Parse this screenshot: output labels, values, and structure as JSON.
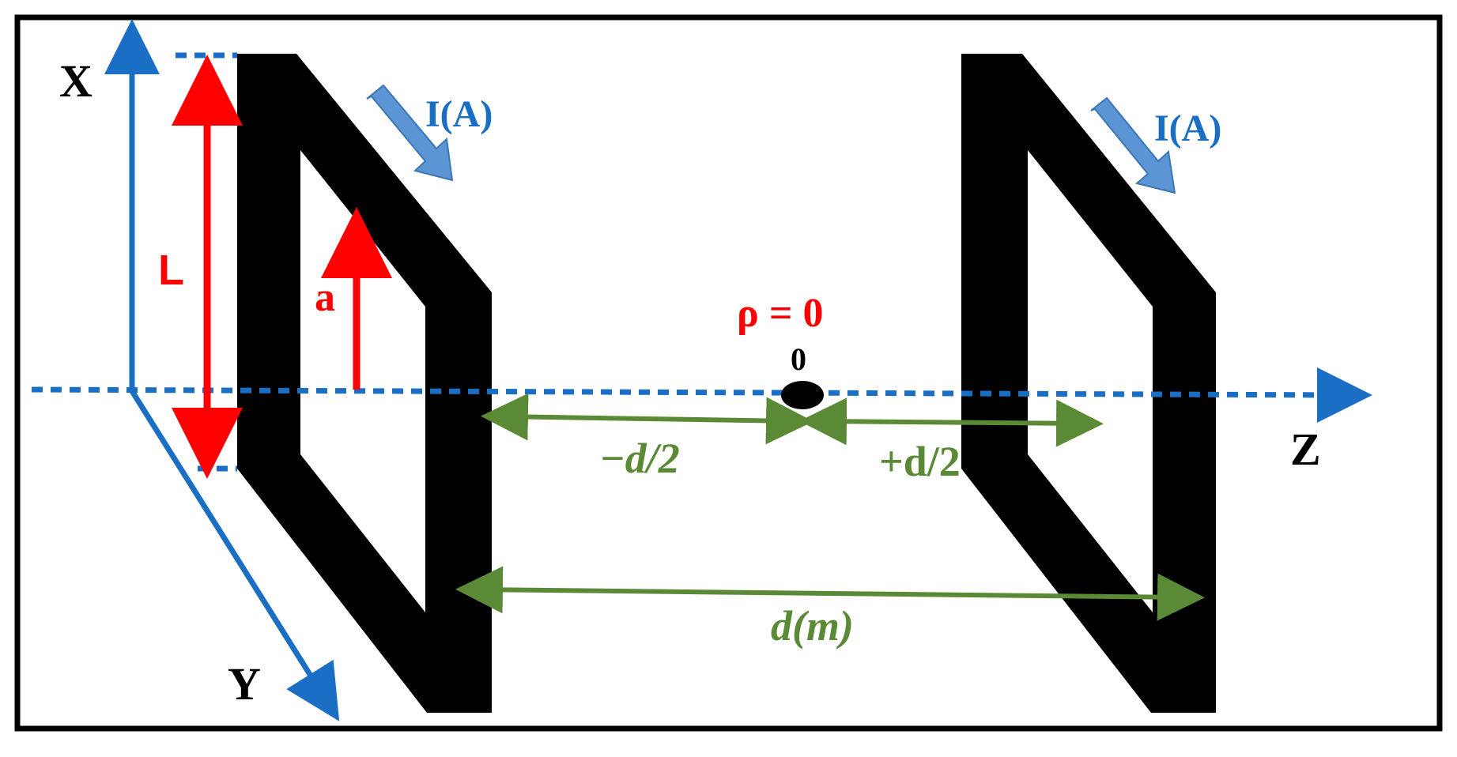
{
  "labels": {
    "x_axis": "X",
    "y_axis": "Y",
    "z_axis": "Z",
    "length_L": "L",
    "radius_a": "a",
    "current_left": "I(A)",
    "current_right": "I(A)",
    "rho_zero": "ρ = 0",
    "origin": "0",
    "minus_half_d": "−d/2",
    "plus_half_d": "+d/2",
    "distance_d": "d(m)"
  },
  "colors": {
    "axis_blue": "#1a6fc4",
    "current_arrow_blue": "#5b95d3",
    "dimension_red": "#ff0000",
    "spacing_green": "#5a8a35",
    "coil_black": "#000000",
    "frame_black": "#000000"
  },
  "icons": {
    "current_direction": "arrow-down-right-icon",
    "axis_arrowhead": "arrowhead-icon",
    "origin_marker": "filled-ellipse-icon"
  }
}
